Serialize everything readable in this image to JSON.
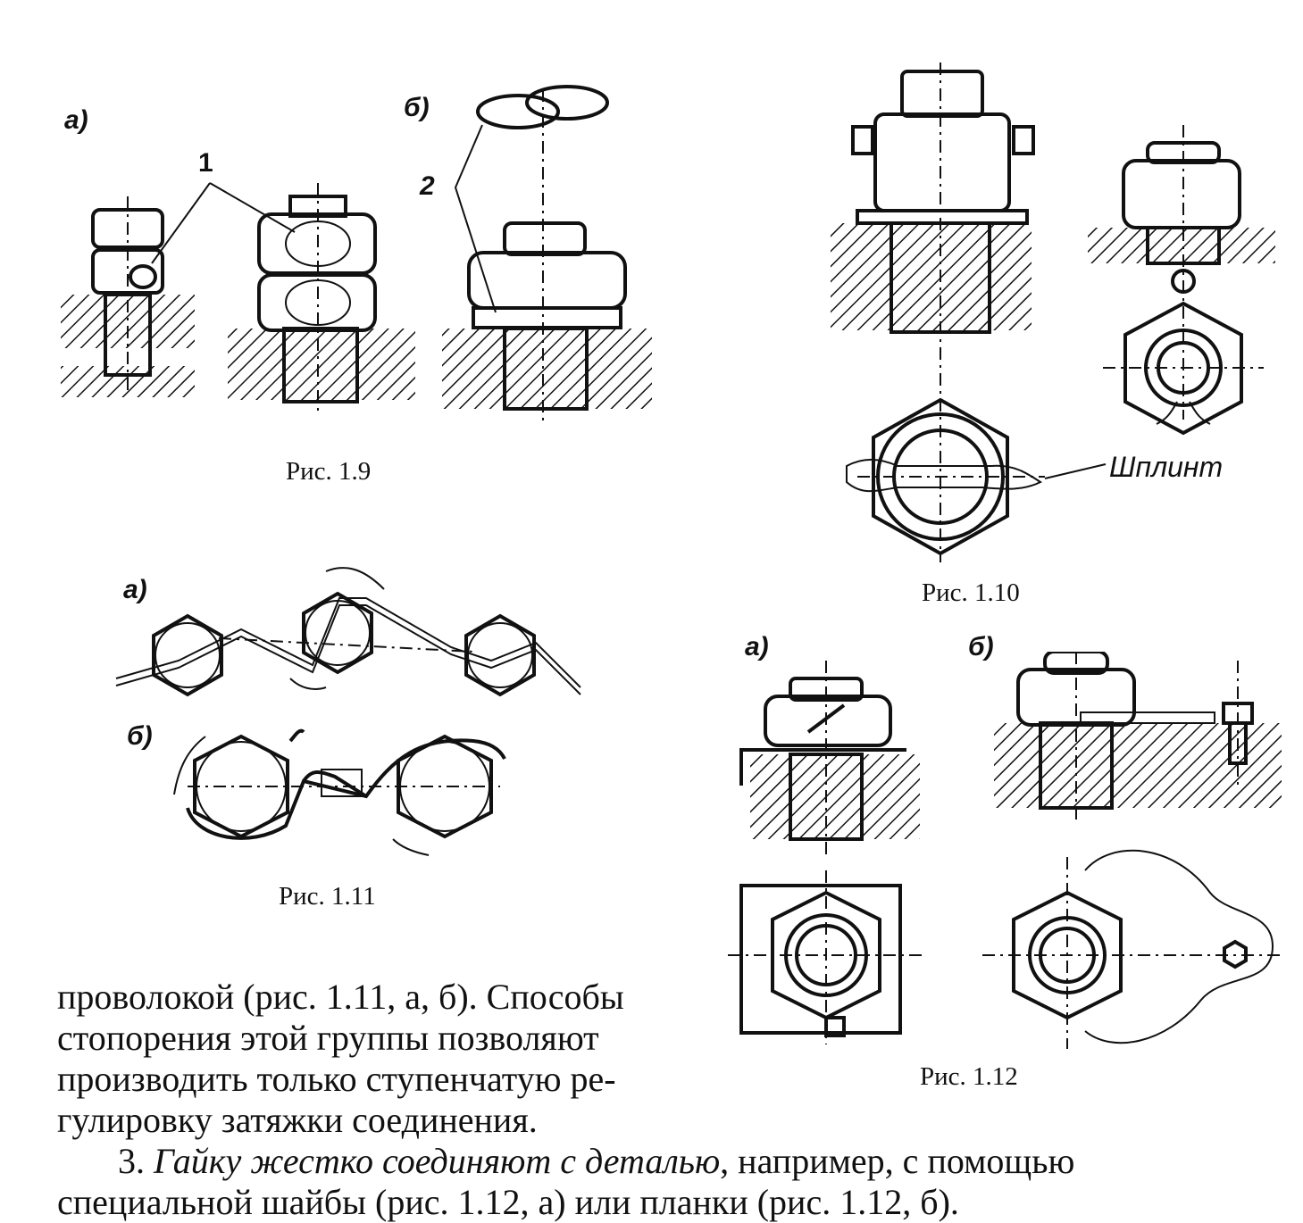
{
  "figures": {
    "fig_1_9": {
      "caption": "Рис. 1.9",
      "label_a": "а)",
      "label_b": "б)",
      "callout_1": "1",
      "callout_2": "2"
    },
    "fig_1_10": {
      "caption": "Рис. 1.10",
      "callout_shplint": "Шплинт"
    },
    "fig_1_11": {
      "caption": "Рис. 1.11",
      "label_a": "а)",
      "label_b": "б)"
    },
    "fig_1_12": {
      "caption": "Рис. 1.12",
      "label_a": "а)",
      "label_b": "б)"
    }
  },
  "text": {
    "p1_line1": "проволокой (рис. 1.11, а, б). Способы",
    "p1_line2": "стопорения этой группы позволяют",
    "p1_line3": "производить только ступенчатую ре-",
    "p1_line4": "гулировку затяжки соединения.",
    "p2_num": "3. ",
    "p2_italic": "Гайку жестко соединяют с деталью",
    "p2_rest": ", например, с помощью",
    "p2_line2": "специальной шайбы (рис. 1.12, а) или планки (рис. 1.12, б)."
  }
}
